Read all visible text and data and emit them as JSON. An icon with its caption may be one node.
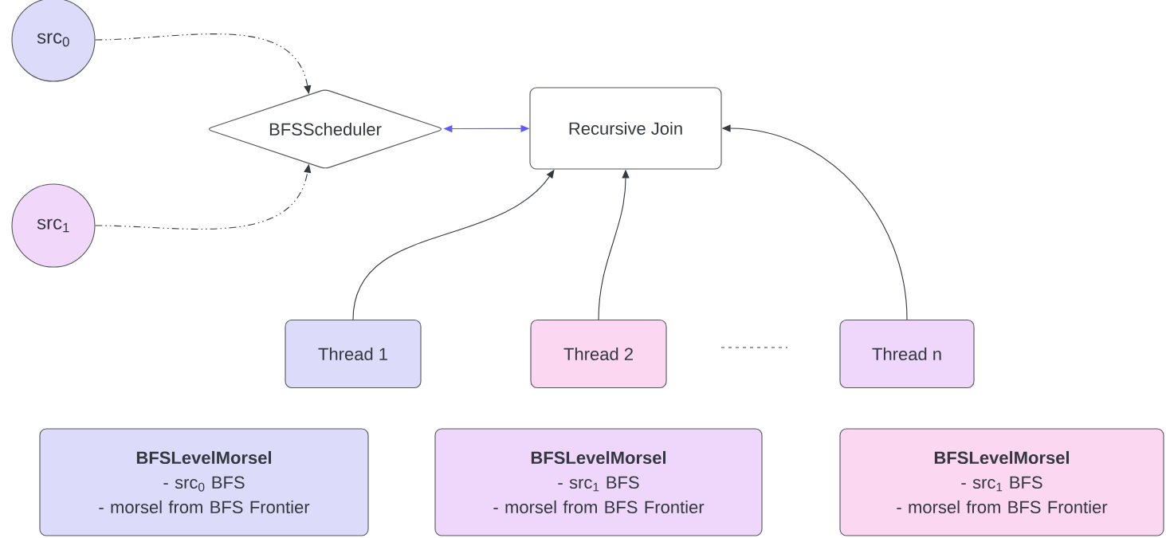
{
  "diagram": {
    "nodes": [
      {
        "text": [
          "src$_{0}$"
        ]
      },
      {
        "text": [
          "src$_{1}$"
        ]
      },
      {
        "text": [
          "BFSScheduler"
        ]
      },
      {
        "text": [
          "Recursive Join"
        ]
      },
      {
        "text": [
          "Thread 1"
        ]
      },
      {
        "text": [
          "Thread 2"
        ]
      },
      {
        "text": [
          "Thread n"
        ]
      },
      {
        "text": [
          "BFSLevelMorsel",
          "- src$_{0}$ BFS",
          "- morsel from BFS Frontier"
        ]
      },
      {
        "text": [
          "BFSLevelMorsel",
          "- src$_{1}$ BFS",
          "- morsel from BFS Frontier"
        ]
      },
      {
        "text": [
          "BFSLevelMorsel",
          "- src$_{1}$ BFS",
          "- morsel from BFS Frontier"
        ]
      }
    ],
    "edges": [
      {
        "from": 0,
        "to": 2,
        "arrow": "to",
        "style": "dashed"
      },
      {
        "from": 1,
        "to": 2,
        "arrow": "to",
        "style": "dashed"
      },
      {
        "from": 2,
        "to": 3,
        "arrow": "both",
        "color": "#5b5bff"
      },
      {
        "from": 4,
        "to": 3,
        "arrow": "to"
      },
      {
        "from": 5,
        "to": 3,
        "arrow": "to"
      },
      {
        "from": 6,
        "to": 3,
        "arrow": "to"
      }
    ]
  }
}
